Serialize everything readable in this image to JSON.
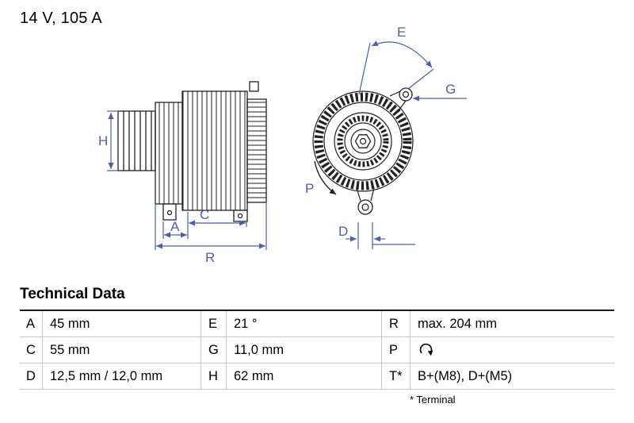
{
  "header": {
    "title": "14 V, 105 A"
  },
  "colors": {
    "dimension_blue": "#4A5FB4",
    "line_black": "#222222"
  },
  "diagram": {
    "labels": {
      "H": "H",
      "A": "A",
      "C": "C",
      "R": "R",
      "E": "E",
      "G": "G",
      "P": "P",
      "D": "D"
    }
  },
  "table": {
    "title": "Technical Data",
    "rows": [
      [
        {
          "key": "A",
          "value": "45 mm"
        },
        {
          "key": "E",
          "value": "21 °"
        },
        {
          "key": "R",
          "value": "max. 204 mm"
        }
      ],
      [
        {
          "key": "C",
          "value": "55 mm"
        },
        {
          "key": "G",
          "value": "11,0 mm"
        },
        {
          "key": "P",
          "value": "",
          "icon": "rotation-icon"
        }
      ],
      [
        {
          "key": "D",
          "value": "12,5 mm / 12,0 mm"
        },
        {
          "key": "H",
          "value": "62 mm"
        },
        {
          "key": "T*",
          "value": "B+(M8), D+(M5)"
        }
      ]
    ],
    "footnote": "* Terminal"
  }
}
